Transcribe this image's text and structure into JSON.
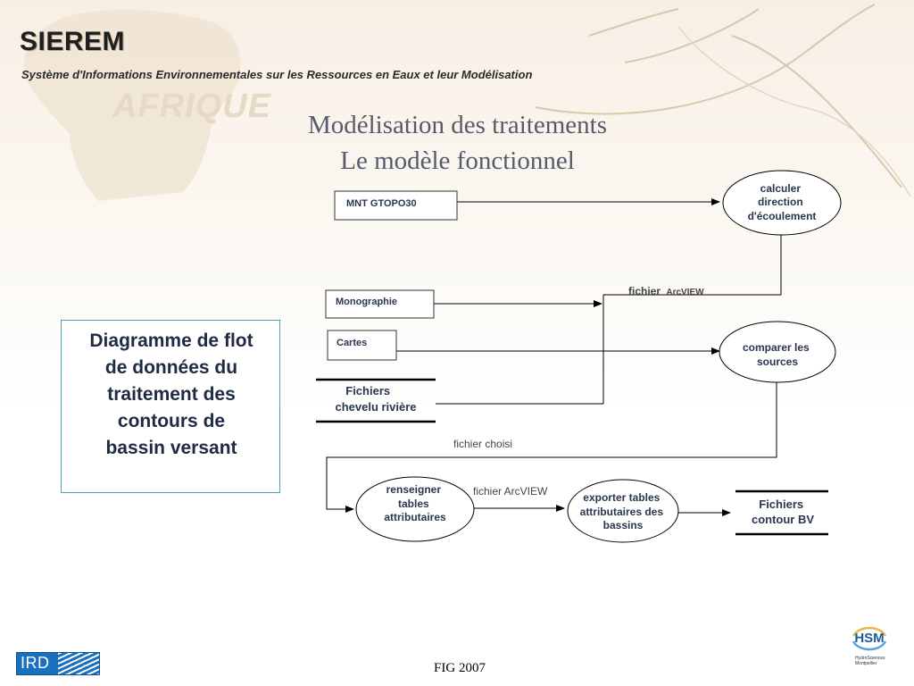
{
  "header": {
    "brand_name": "SIEREM",
    "tagline": "Système d'Informations Environnementales sur les Ressources en Eaux et leur Modélisation",
    "region": "AFRIQUE"
  },
  "title": {
    "line1": "Modélisation des traitements",
    "line2": "Le modèle fonctionnel"
  },
  "caption": {
    "text": "Diagramme de flot\nde données du\ntraitement des\ncontours de\nbassin versant"
  },
  "diagram": {
    "nodes": {
      "mnt": "MNT GTOPO30",
      "monographie": "Monographie",
      "cartes": "Cartes",
      "fichiers_chevelu": [
        "Fichiers",
        "chevelu rivière"
      ],
      "calculer": [
        "calculer",
        "direction",
        "d'écoulement"
      ],
      "comparer": [
        "comparer les",
        "sources"
      ],
      "renseigner": [
        "renseigner",
        "tables",
        "attributaires"
      ],
      "exporter": [
        "exporter tables",
        "attributaires des",
        "bassins"
      ],
      "fichiers_contour": [
        "Fichiers",
        "contour BV"
      ]
    },
    "flow_labels": {
      "fichier_arcview_top_prefix": "fichier",
      "fichier_arcview_top_suffix": "ArcVIEW",
      "fichier_choisi": "fichier choisi",
      "fichier_arcview_bottom": "fichier ArcVIEW"
    }
  },
  "footer": {
    "text": "FIG 2007",
    "ird_logo": "IRD",
    "hsm_logo": "HSM",
    "hsm_sub": "HydroSciences\nMontpellier"
  },
  "colors": {
    "title": "#555b6b",
    "caption_border": "#4aa3b8",
    "caption_text": "#1f2a44",
    "node_text": "#2a3550",
    "label_text": "#444444"
  }
}
